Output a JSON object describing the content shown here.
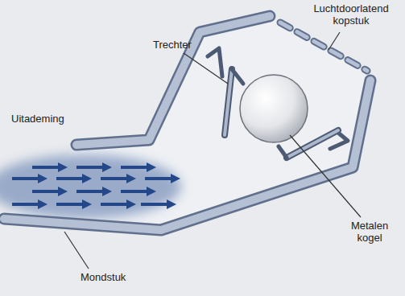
{
  "diagram": {
    "labels": [
      "Luchtdoorlatend kopstuk",
      "Trechter",
      "Uitademing",
      "Metalen kogel",
      "Mondstuk"
    ]
  }
}
